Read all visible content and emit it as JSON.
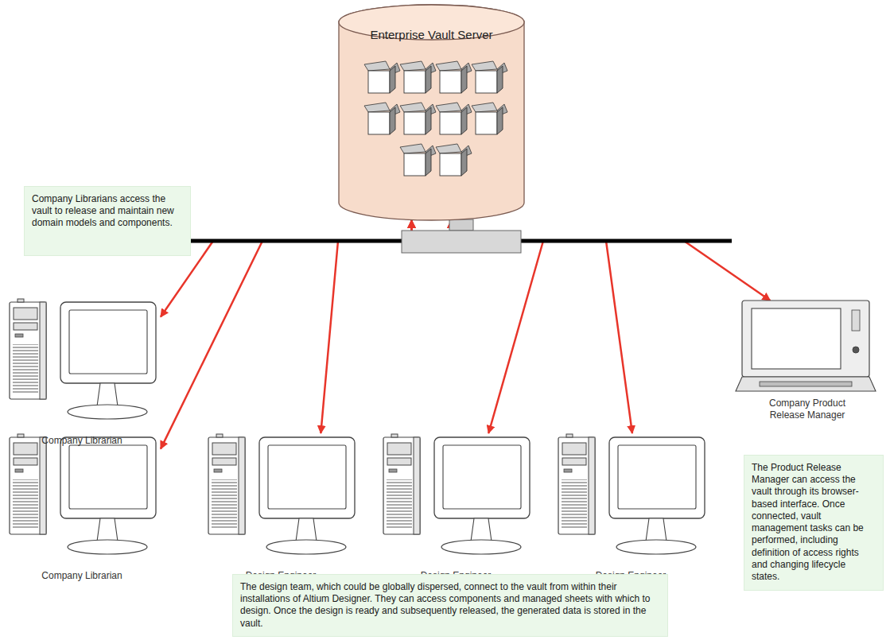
{
  "diagram": {
    "nodes": [
      {
        "text": [
          "Enterprise Vault Server"
        ]
      },
      {
        "text": [
          "Company Librarians access the vault to release and maintain new domain models and components."
        ]
      },
      {
        "text": [
          "Company Librarian"
        ]
      },
      {
        "text": [
          "Company Product Release Manager"
        ]
      },
      {
        "text": [
          "The Product Release Manager can access the vault through its browser-based interface. Once connected, vault management tasks can be performed, including definition of access rights and changing lifecycle states."
        ]
      },
      {
        "text": [
          "Company Librarian"
        ]
      },
      {
        "text": [
          "Design Engineer"
        ]
      },
      {
        "text": [
          "Design Engineer"
        ]
      },
      {
        "text": [
          "Design Engineer"
        ]
      },
      {
        "text": [
          "The design team, which could be globally dispersed, connect to the vault from within their installations of Altium Designer. They can access components and managed sheets with which to design. Once the design is ready and subsequently released, the generated data is stored in the vault."
        ]
      }
    ],
    "edges": [
      {
        "from": 2,
        "to": 0,
        "arrow": "both"
      },
      {
        "from": 5,
        "to": 0,
        "arrow": "both"
      },
      {
        "from": 6,
        "to": 0,
        "arrow": "both"
      },
      {
        "from": 7,
        "to": 0,
        "arrow": "both"
      },
      {
        "from": 8,
        "to": 0,
        "arrow": "both"
      },
      {
        "from": 3,
        "to": 0,
        "arrow": "both"
      }
    ]
  }
}
